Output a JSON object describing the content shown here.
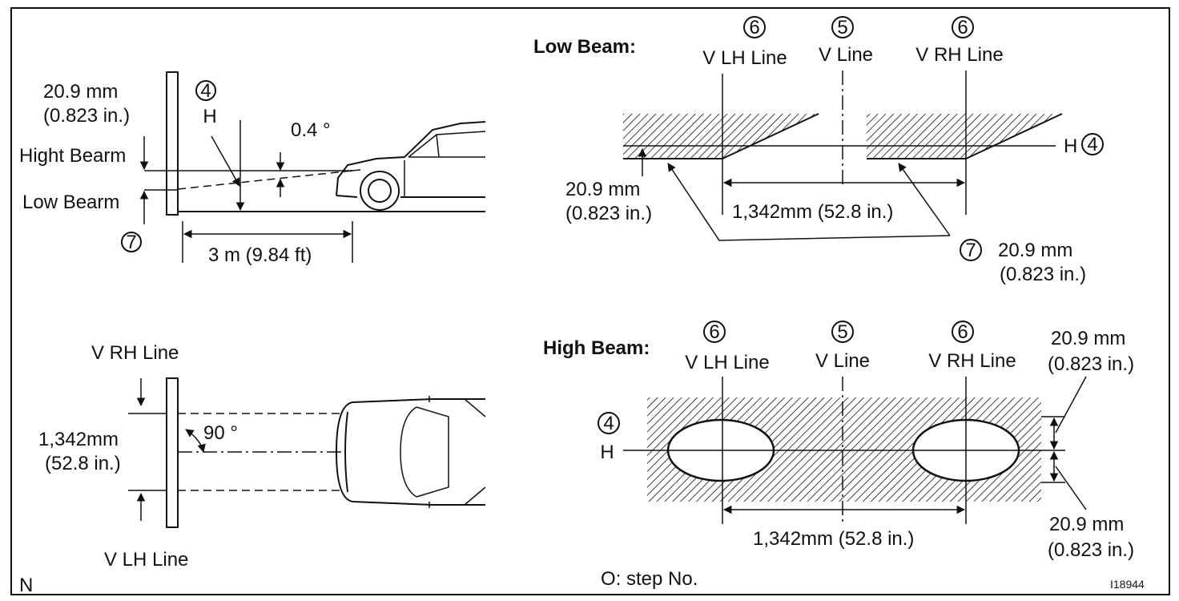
{
  "side_view": {
    "top_dim_value": "20.9 mm",
    "top_dim_inch": "(0.823 in.)",
    "step_h_num": "4",
    "step_h_label": "H",
    "angle": "0.4 °",
    "high_beam_label": "Hight Bearm",
    "low_beam_label": "Low Bearm",
    "step_low_num": "7",
    "distance": "3 m (9.84 ft)"
  },
  "top_view": {
    "v_rh_label": "V RH Line",
    "v_lh_label": "V LH Line",
    "dim_value": "1,342mm",
    "dim_inch": "(52.8 in.)",
    "angle": "90 °"
  },
  "low_beam": {
    "title": "Low Beam:",
    "step_vlh_num": "6",
    "vlh_label": "V LH Line",
    "step_v_num": "5",
    "v_label": "V Line",
    "step_vrh_num": "6",
    "vrh_label": "V RH Line",
    "h_label": "H",
    "step_h_num": "4",
    "left_dim_value": "20.9 mm",
    "left_dim_inch": "(0.823 in.)",
    "spacing": "1,342mm (52.8 in.)",
    "step_low_num": "7",
    "right_dim_value": "20.9 mm",
    "right_dim_inch": "(0.823 in.)"
  },
  "high_beam": {
    "title": "High Beam:",
    "step_vlh_num": "6",
    "vlh_label": "V LH Line",
    "step_v_num": "5",
    "v_label": "V Line",
    "step_vrh_num": "6",
    "vrh_label": "V RH Line",
    "step_h_num": "4",
    "h_label": "H",
    "top_dim_value": "20.9 mm",
    "top_dim_inch": "(0.823 in.)",
    "bottom_dim_value": "20.9 mm",
    "bottom_dim_inch": "(0.823 in.)",
    "spacing": "1,342mm (52.8 in.)"
  },
  "footer": {
    "legend": "O: step No.",
    "corner_mark": "N",
    "figure_id": "I18944"
  }
}
